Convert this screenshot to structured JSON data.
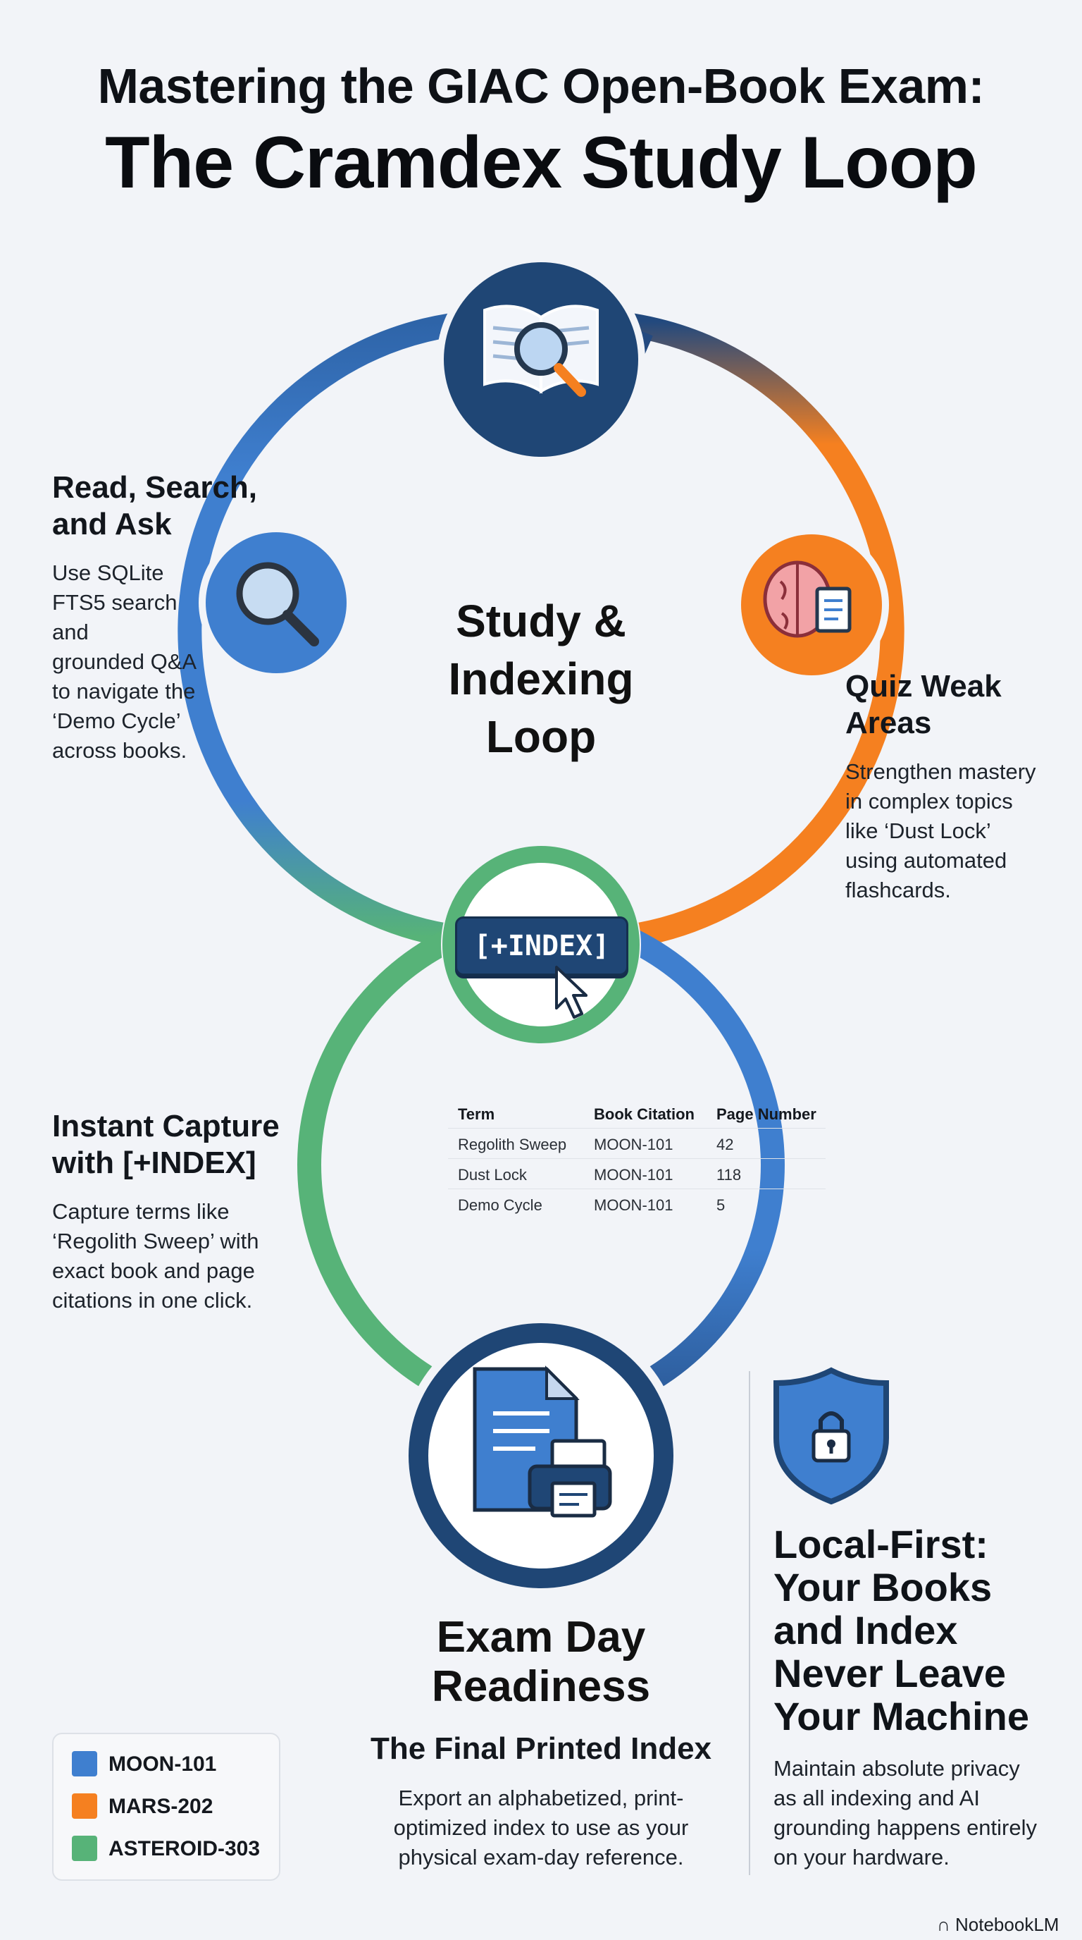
{
  "title": {
    "line1": "Mastering the GIAC Open-Book Exam:",
    "line2": "The Cramdex Study Loop"
  },
  "center_label": {
    "line1": "Study &",
    "line2": "Indexing",
    "line3": "Loop"
  },
  "colors": {
    "moon": "#3f7fcf",
    "mars": "#f58020",
    "asteroid": "#57b378",
    "navy": "#1f4675"
  },
  "icons": {
    "top": "book-magnifier-icon",
    "left": "magnifier-icon",
    "right": "brain-document-icon",
    "bottom": "document-printer-icon",
    "shield": "shield-lock-icon",
    "cursor": "mouse-pointer-icon"
  },
  "read_section": {
    "heading_line1": "Read, Search,",
    "heading_line2": "and Ask",
    "desc_lines": [
      "Use SQLite",
      "FTS5 search",
      "and",
      "grounded Q&A",
      "to navigate the",
      "‘Demo Cycle’",
      "across books."
    ]
  },
  "quiz_section": {
    "heading_line1": "Quiz Weak",
    "heading_line2": "Areas",
    "desc_lines": [
      "Strengthen mastery",
      "in complex topics",
      "like ‘Dust Lock’",
      "using automated",
      "flashcards."
    ]
  },
  "capture_section": {
    "heading_line1": "Instant Capture",
    "heading_line2": "with [+INDEX]",
    "desc_lines": [
      "Capture terms like",
      "‘Regolith Sweep’ with",
      "exact book and page",
      "citations in one click."
    ]
  },
  "index_button": {
    "label": "[+INDEX]"
  },
  "index_table": {
    "headers": [
      "Term",
      "Book Citation",
      "Page Number"
    ],
    "rows": [
      [
        "Regolith Sweep",
        "MOON-101",
        "42"
      ],
      [
        "Dust Lock",
        "MOON-101",
        "118"
      ],
      [
        "Demo Cycle",
        "MOON-101",
        "5"
      ]
    ]
  },
  "exam_section": {
    "title_line1": "Exam Day",
    "title_line2": "Readiness",
    "subtitle": "The Final Printed Index",
    "desc_lines": [
      "Export an alphabetized, print-",
      "optimized index to use as your",
      "physical exam-day reference."
    ]
  },
  "local_section": {
    "heading_lines": [
      "Local-First:",
      "Your Books",
      "and Index",
      "Never Leave",
      "Your Machine"
    ],
    "desc_lines": [
      "Maintain absolute privacy",
      "as all indexing and AI",
      "grounding happens entirely",
      "on your hardware."
    ]
  },
  "legend": [
    {
      "label": "MOON-101",
      "color": "#3f7fcf"
    },
    {
      "label": "MARS-202",
      "color": "#f58020"
    },
    {
      "label": "ASTEROID-303",
      "color": "#57b378"
    }
  ],
  "brand": {
    "label": "NotebookLM"
  }
}
